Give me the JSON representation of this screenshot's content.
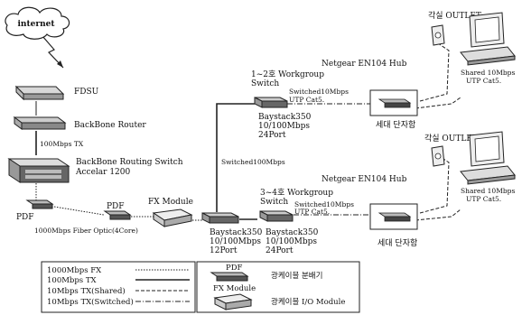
{
  "cloud": {
    "label": "internet"
  },
  "devices": {
    "fdsu": "FDSU",
    "backbone_router": "BackBone Router",
    "link_router_to_switch": "100Mbps TX",
    "routing_switch_line1": "BackBone Routing Switch",
    "routing_switch_line2": "Accelar 1200",
    "pdf_left": "PDF",
    "fiber_label": "1000Mbps Fiber Optic(4Core)",
    "pdf_middle": "PDF",
    "fx_module": "FX Module",
    "baystack_main": [
      "Baystack350",
      "10/100Mbps",
      "12Port"
    ],
    "switched_100": "Switched100Mbps",
    "wg1_title": [
      "1~2호 Workgroup",
      "Switch"
    ],
    "wg1_link": [
      "Switched10Mbps",
      "UTP Cat5."
    ],
    "wg1_baystack": [
      "Baystack350",
      "10/100Mbps",
      "24Port"
    ],
    "wg2_title": [
      "3~4호 Workgroup",
      "Switch"
    ],
    "wg2_link": [
      "Switched10Mbps",
      "UTP Cat5."
    ],
    "wg2_baystack": [
      "Baystack350",
      "10/100Mbps",
      "24Port"
    ],
    "hub1_title": "Netgear EN104 Hub",
    "hub1_box": "세대 단자함",
    "hub2_title": "Netgear EN104 Hub",
    "hub2_box": "세대 단자함",
    "outlet1_title": "각실 OUTLET",
    "outlet1_link": [
      "Shared 10Mbps",
      "UTP Cat5."
    ],
    "outlet2_title": "각실 OUTLET",
    "outlet2_link": [
      "Shared 10Mbps",
      "UTP Cat5."
    ]
  },
  "legend_lines": {
    "items": [
      "1000Mbps FX",
      "100Mbps TX",
      "10Mbps TX(Shared)",
      "10Mbps TX(Switched)"
    ]
  },
  "legend_icons": {
    "pdf_icon_label": "PDF",
    "pdf_desc": "광케이블 분배기",
    "fx_icon_label": "FX Module",
    "fx_desc": "광케이블 I/O Module"
  }
}
